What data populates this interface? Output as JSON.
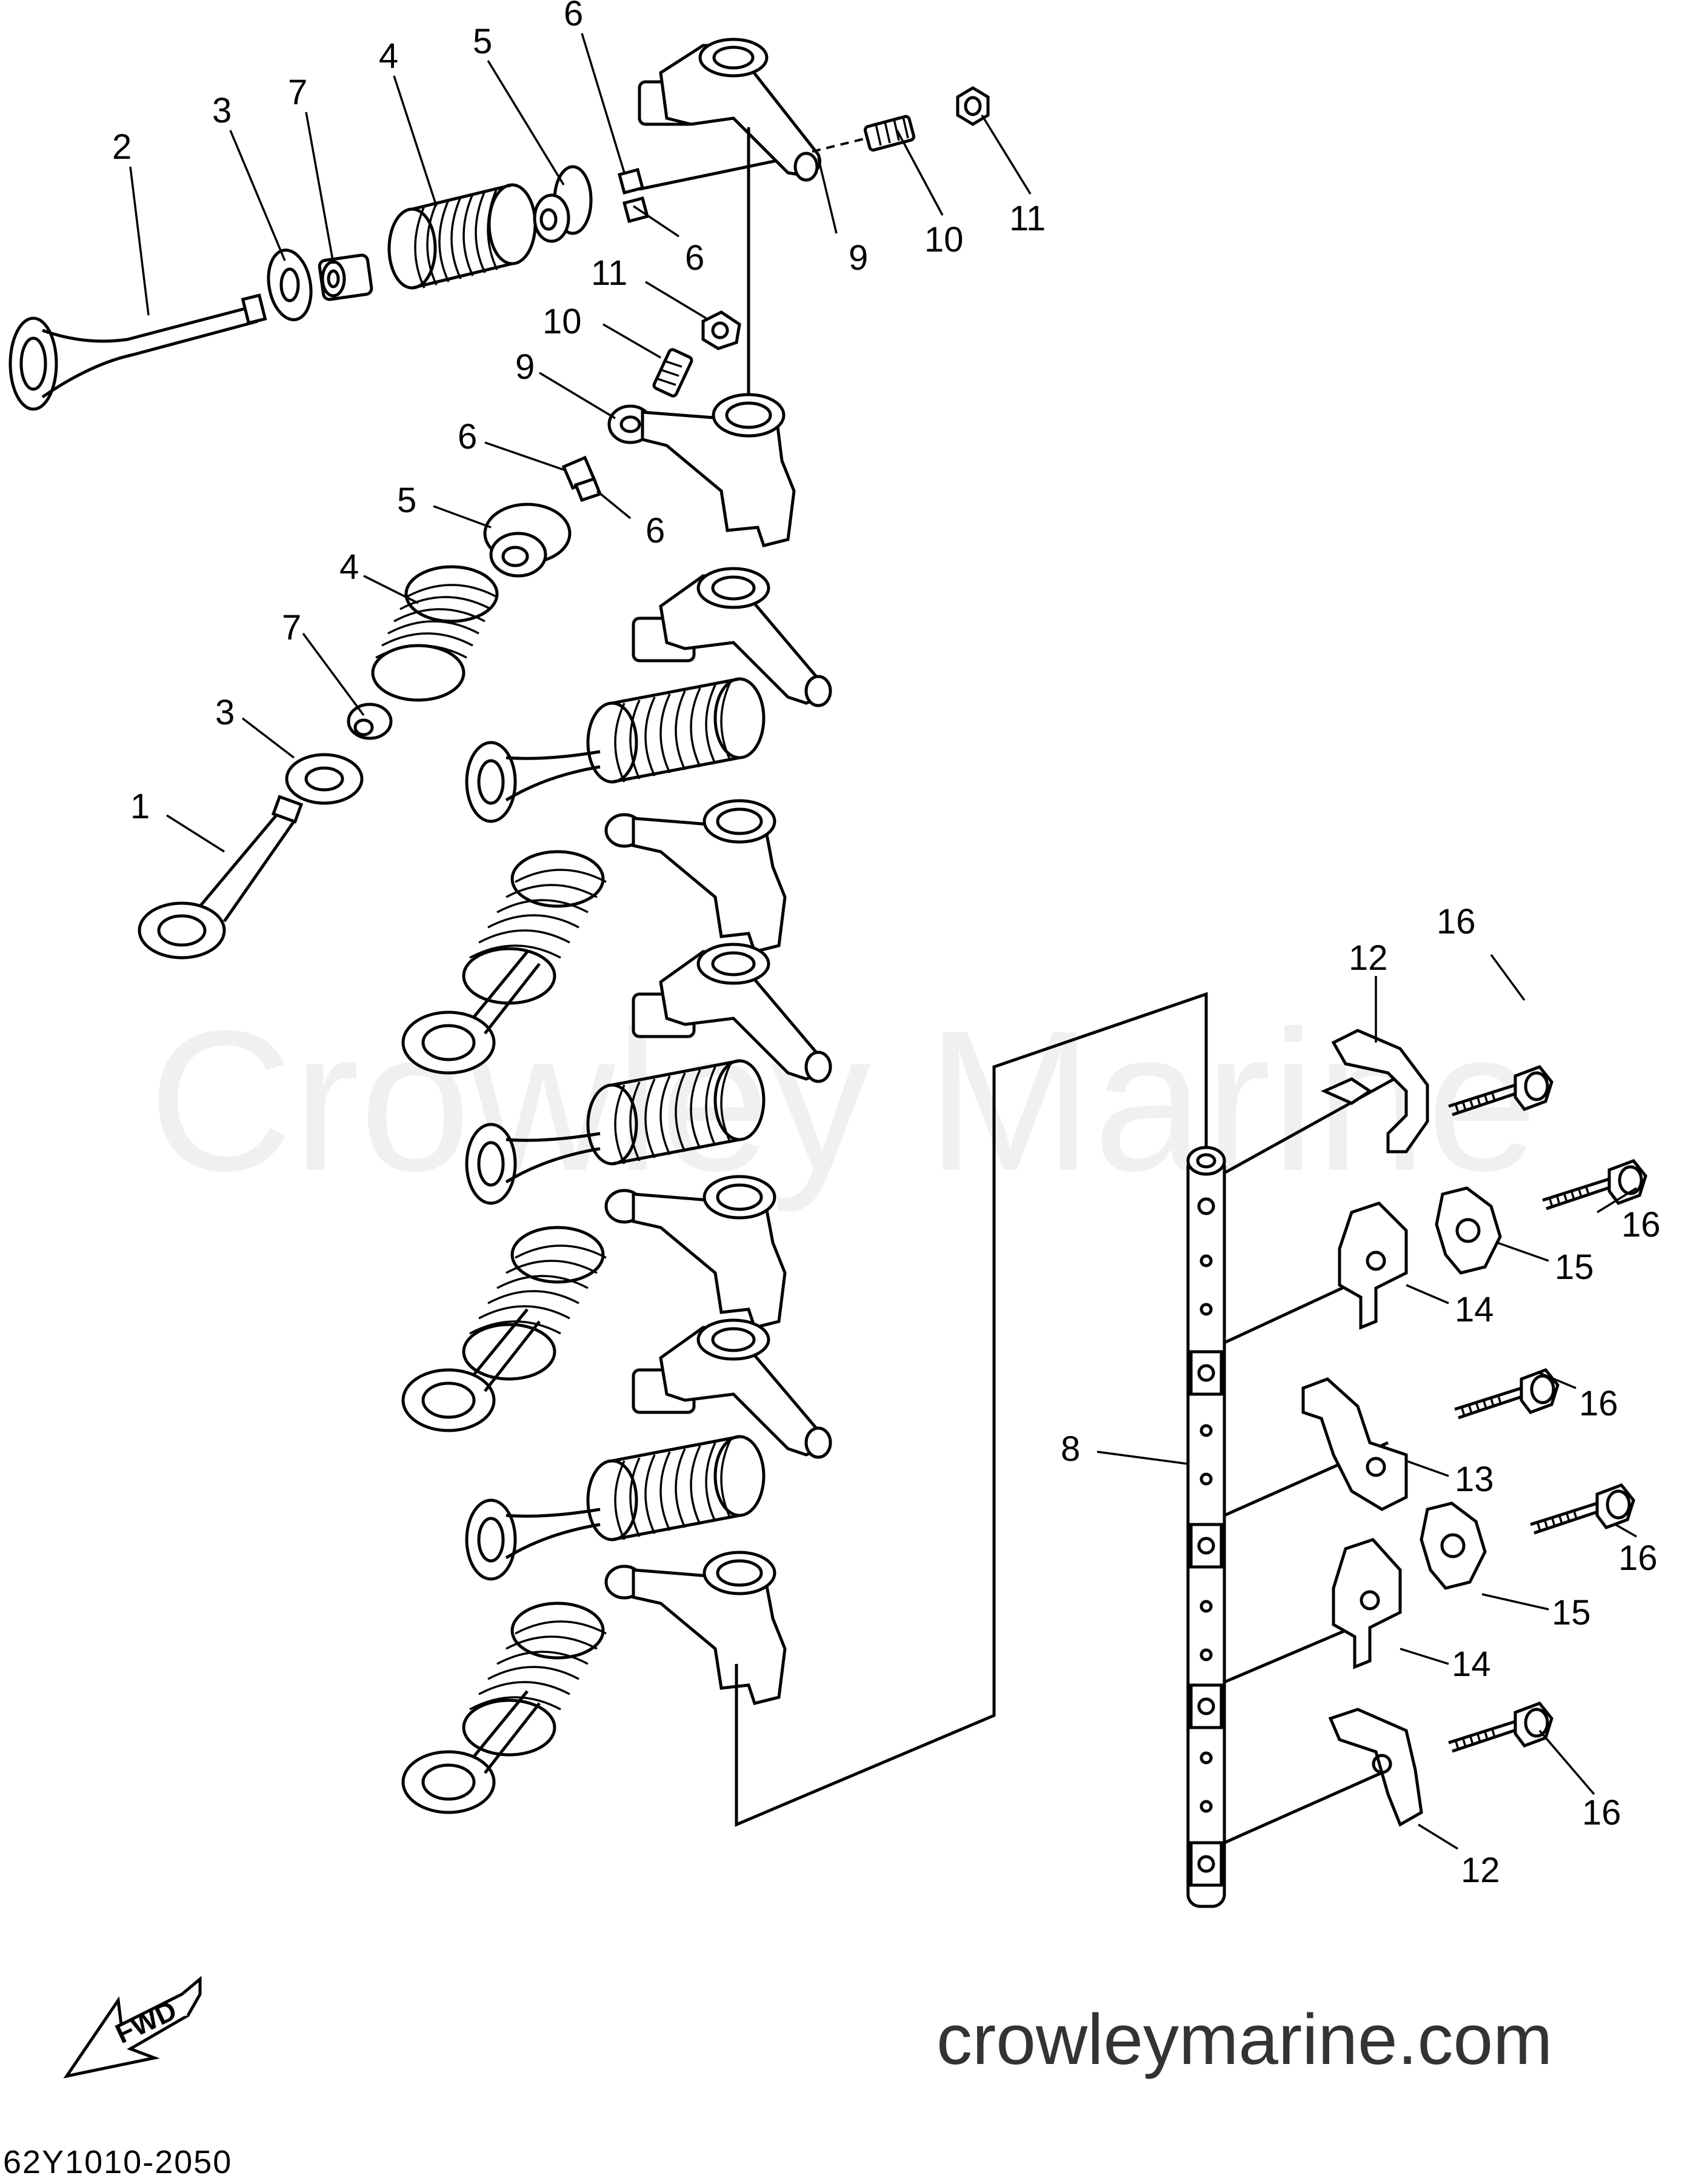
{
  "diagram": {
    "watermark": "Crowley Marine",
    "site_footer": "crowleymarine.com",
    "drawing_code": "62Y1010-2050",
    "fwd_label": "FWD",
    "callouts": {
      "c1": "1",
      "c2": "2",
      "c3": "3",
      "c4": "4",
      "c5": "5",
      "c6": "6",
      "c7": "7",
      "c8": "8",
      "c9": "9",
      "c10": "10",
      "c11": "11",
      "c12": "12",
      "c13": "13",
      "c14": "14",
      "c15": "15",
      "c16": "16"
    }
  }
}
